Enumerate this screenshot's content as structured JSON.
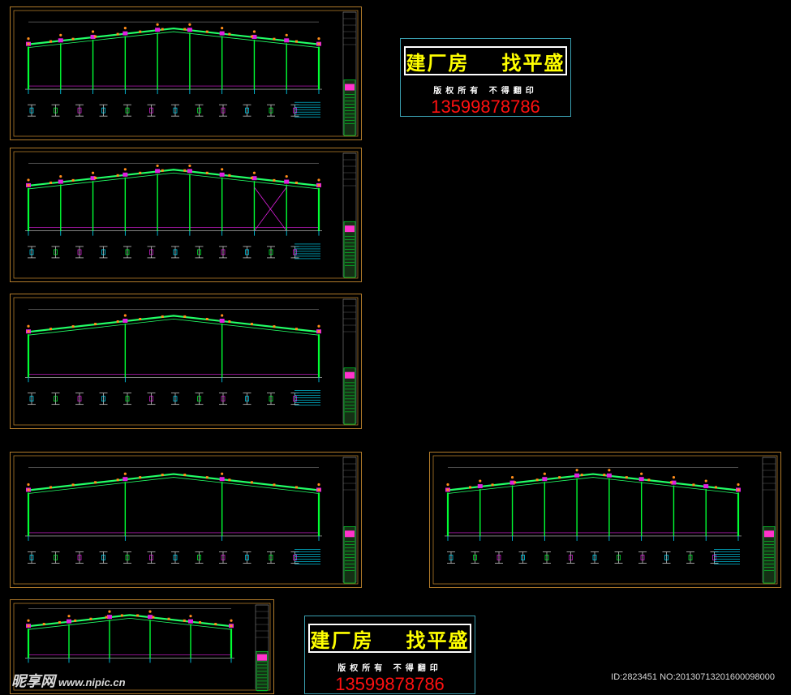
{
  "canvas": {
    "background": "#000000"
  },
  "colors": {
    "frame": "#b07a2a",
    "columns": "#00ff33",
    "rafters": "#22ff66",
    "magenta": "#e020e0",
    "cyan": "#00e0ff",
    "orange": "#ff8c1a",
    "titleblock_pink": "#ff33cc",
    "stamp_title": "#ffff00",
    "stamp_phone": "#ff1010"
  },
  "drawing_sheets": [
    {
      "id": "sheet-1",
      "bays": 9,
      "braced_bay": false
    },
    {
      "id": "sheet-2",
      "bays": 9,
      "braced_bay": true
    },
    {
      "id": "sheet-3",
      "bays": 3,
      "braced_bay": false
    },
    {
      "id": "sheet-4",
      "bays": 3,
      "braced_bay": false
    },
    {
      "id": "sheet-5",
      "bays": 9,
      "braced_bay": false
    },
    {
      "id": "sheet-6",
      "bays": 5,
      "braced_bay": false
    }
  ],
  "stamps": [
    {
      "title_left": "建厂房",
      "title_right": "找平盛",
      "copyright": "版权所有 不得翻印",
      "phone": "13599878786"
    },
    {
      "title_left": "建厂房",
      "title_right": "找平盛",
      "copyright": "版权所有 不得翻印",
      "phone": "13599878786"
    }
  ],
  "watermark": {
    "logo": "昵享网",
    "url": "www.nipic.cn"
  },
  "image_id": "ID:2823451 NO:20130713201600098000"
}
